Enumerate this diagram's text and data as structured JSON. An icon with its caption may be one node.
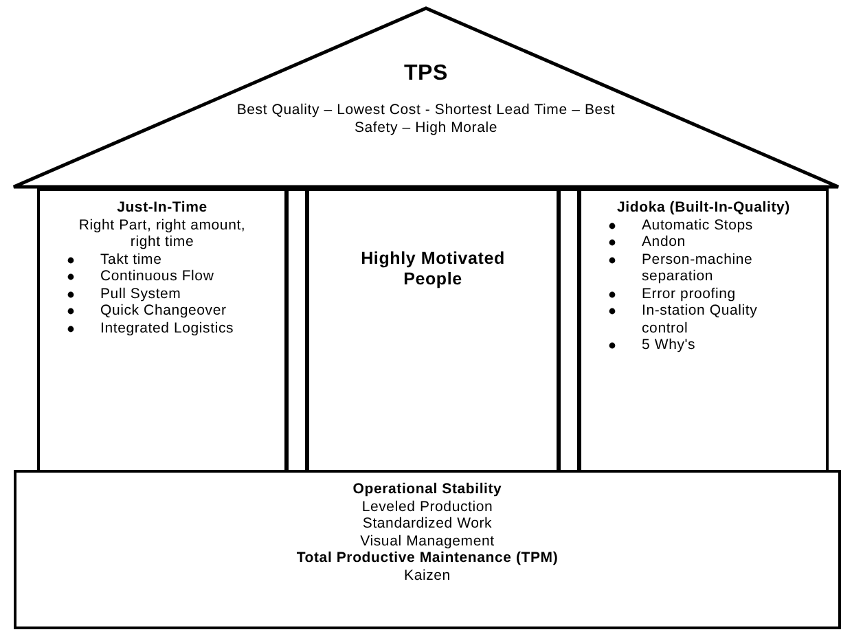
{
  "diagram": {
    "nodes": [
      {
        "text": [
          "TPS",
          "Best Quality – Lowest Cost - Shortest Lead Time – Best Safety – High Morale"
        ]
      },
      {
        "text": [
          "Just-In-Time",
          "Right Part, right amount, right time",
          "Takt time",
          "Continuous Flow",
          "Pull System",
          "Quick Changeover",
          "Integrated Logistics"
        ]
      },
      {
        "text": [],
        "shape": "box"
      },
      {
        "text": [
          "Highly Motivated People"
        ]
      },
      {
        "text": [],
        "shape": "box"
      },
      {
        "text": [
          "Jidoka (Built-In-Quality)",
          "Automatic Stops",
          "Andon",
          "Person-machine separation",
          "Error proofing",
          "In-station Quality control",
          "5 Why's"
        ]
      },
      {
        "text": [
          "Operational Stability",
          "Leveled Production",
          "Standardized Work",
          "Visual Management",
          "Total Productive Maintenance (TPM)",
          "Kaizen"
        ]
      }
    ]
  }
}
